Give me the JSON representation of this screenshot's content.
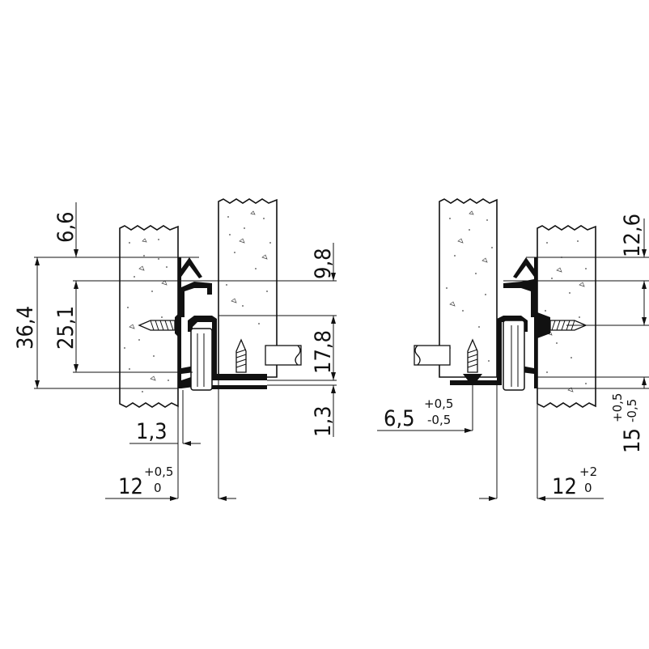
{
  "left_view": {
    "dim_6_6": "6,6",
    "dim_36_4": "36,4",
    "dim_25_1": "25,1",
    "dim_9_8": "9,8",
    "dim_17_8": "17,8",
    "dim_1_3_right": "1,3",
    "dim_1_3_bottom": "1,3",
    "dim_12_nominal": "12",
    "dim_12_tol_upper": "+0,5",
    "dim_12_tol_lower": "0"
  },
  "right_view": {
    "dim_12_6": "12,6",
    "dim_6_5_nominal": "6,5",
    "dim_6_5_tol_upper": "+0,5",
    "dim_6_5_tol_lower": "-0,5",
    "dim_15_nominal": "15",
    "dim_15_tol_upper": "+0,5",
    "dim_15_tol_lower": "-0,5",
    "dim_12_nominal": "12",
    "dim_12_tol_upper": "+2",
    "dim_12_tol_lower": "0"
  },
  "colors": {
    "line": "#111111",
    "background": "#ffffff"
  }
}
